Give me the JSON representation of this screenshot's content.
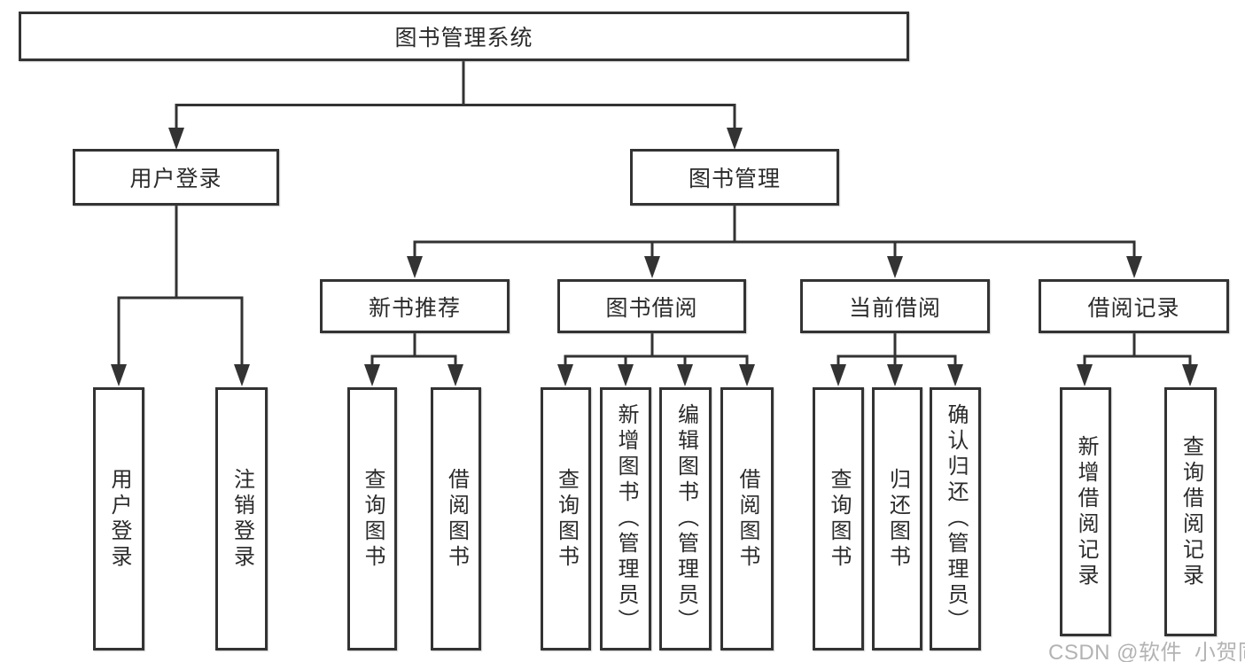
{
  "colors": {
    "background": "#ffffff",
    "line": "#333333",
    "box_fill": "#ffffff",
    "label": "#2b2b2b",
    "watermark": "#b3b3b3"
  },
  "watermark": {
    "text": "CSDN @软件_小贺同学"
  },
  "diagram": {
    "type": "tree",
    "nodes": {
      "system": {
        "label": "图书管理系统",
        "children": [
          "user_login_group",
          "book_management"
        ]
      },
      "user_login_group": {
        "label": "用户登录",
        "children": [
          "leaf_user_login",
          "leaf_logout"
        ]
      },
      "book_management": {
        "label": "图书管理",
        "children": [
          "new_book_rec",
          "book_borrowing",
          "current_borrowing",
          "borrowing_records"
        ]
      },
      "new_book_rec": {
        "label": "新书推荐",
        "children": [
          "leaf_query_books_a",
          "leaf_borrow_books_a"
        ]
      },
      "book_borrowing": {
        "label": "图书借阅",
        "children": [
          "leaf_query_books_b",
          "leaf_add_book",
          "leaf_edit_book",
          "leaf_borrow_books_b"
        ]
      },
      "current_borrowing": {
        "label": "当前借阅",
        "children": [
          "leaf_query_books_c",
          "leaf_return_book",
          "leaf_confirm_return"
        ]
      },
      "borrowing_records": {
        "label": "借阅记录",
        "children": [
          "leaf_add_borrow_record",
          "leaf_query_borrow_record"
        ]
      },
      "leaf_user_login": {
        "label": "用户登录"
      },
      "leaf_logout": {
        "label": "注销登录"
      },
      "leaf_query_books_a": {
        "label": "查询图书"
      },
      "leaf_borrow_books_a": {
        "label": "借阅图书"
      },
      "leaf_query_books_b": {
        "label": "查询图书"
      },
      "leaf_add_book": {
        "label": "新增图书（管理员）"
      },
      "leaf_edit_book": {
        "label": "编辑图书（管理员）"
      },
      "leaf_borrow_books_b": {
        "label": "借阅图书"
      },
      "leaf_query_books_c": {
        "label": "查询图书"
      },
      "leaf_return_book": {
        "label": "归还图书"
      },
      "leaf_confirm_return": {
        "label": "确认归还（管理员）"
      },
      "leaf_add_borrow_record": {
        "label": "新增借阅记录"
      },
      "leaf_query_borrow_record": {
        "label": "查询借阅记录"
      }
    }
  }
}
